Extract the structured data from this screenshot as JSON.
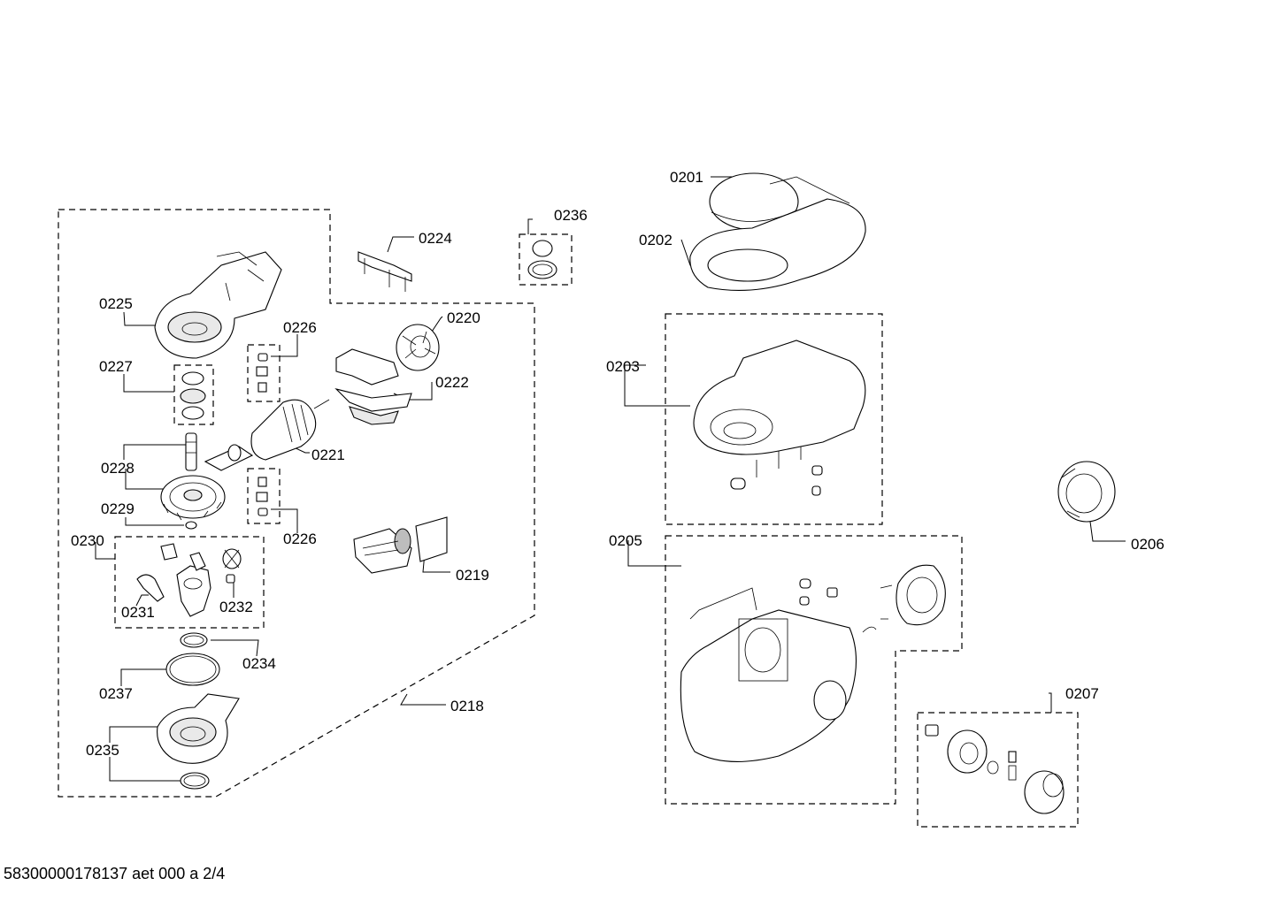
{
  "diagram": {
    "labels": {
      "p0201": "0201",
      "p0202": "0202",
      "p0203": "0203",
      "p0205": "0205",
      "p0206": "0206",
      "p0207": "0207",
      "p0218": "0218",
      "p0219": "0219",
      "p0220": "0220",
      "p0221": "0221",
      "p0222": "0222",
      "p0224": "0224",
      "p0225": "0225",
      "p0226a": "0226",
      "p0226b": "0226",
      "p0227": "0227",
      "p0228": "0228",
      "p0229": "0229",
      "p0230": "0230",
      "p0231": "0231",
      "p0232": "0232",
      "p0234": "0234",
      "p0235": "0235",
      "p0236": "0236",
      "p0237": "0237"
    }
  },
  "footer": {
    "code": "58300000178137 aet 000 a 2/4"
  }
}
